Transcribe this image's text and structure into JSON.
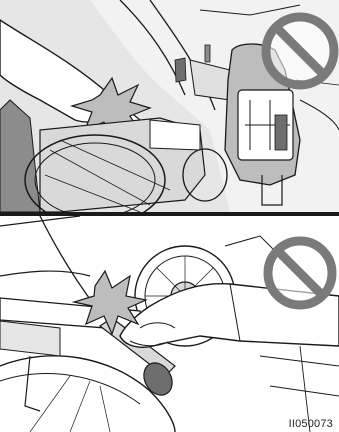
{
  "figure": {
    "panels": [
      {
        "id": "top",
        "prohibited": true,
        "icon": "no-symbol-icon"
      },
      {
        "id": "bottom",
        "prohibited": true,
        "icon": "no-symbol-icon"
      }
    ],
    "code": "II050073"
  },
  "colors": {
    "line": "#1a1a1a",
    "shade": "#d9d9d9",
    "mid": "#bdbdbd",
    "dark": "#6e6e6e",
    "prohibit": "#7a7a7a",
    "background": "#ffffff"
  }
}
